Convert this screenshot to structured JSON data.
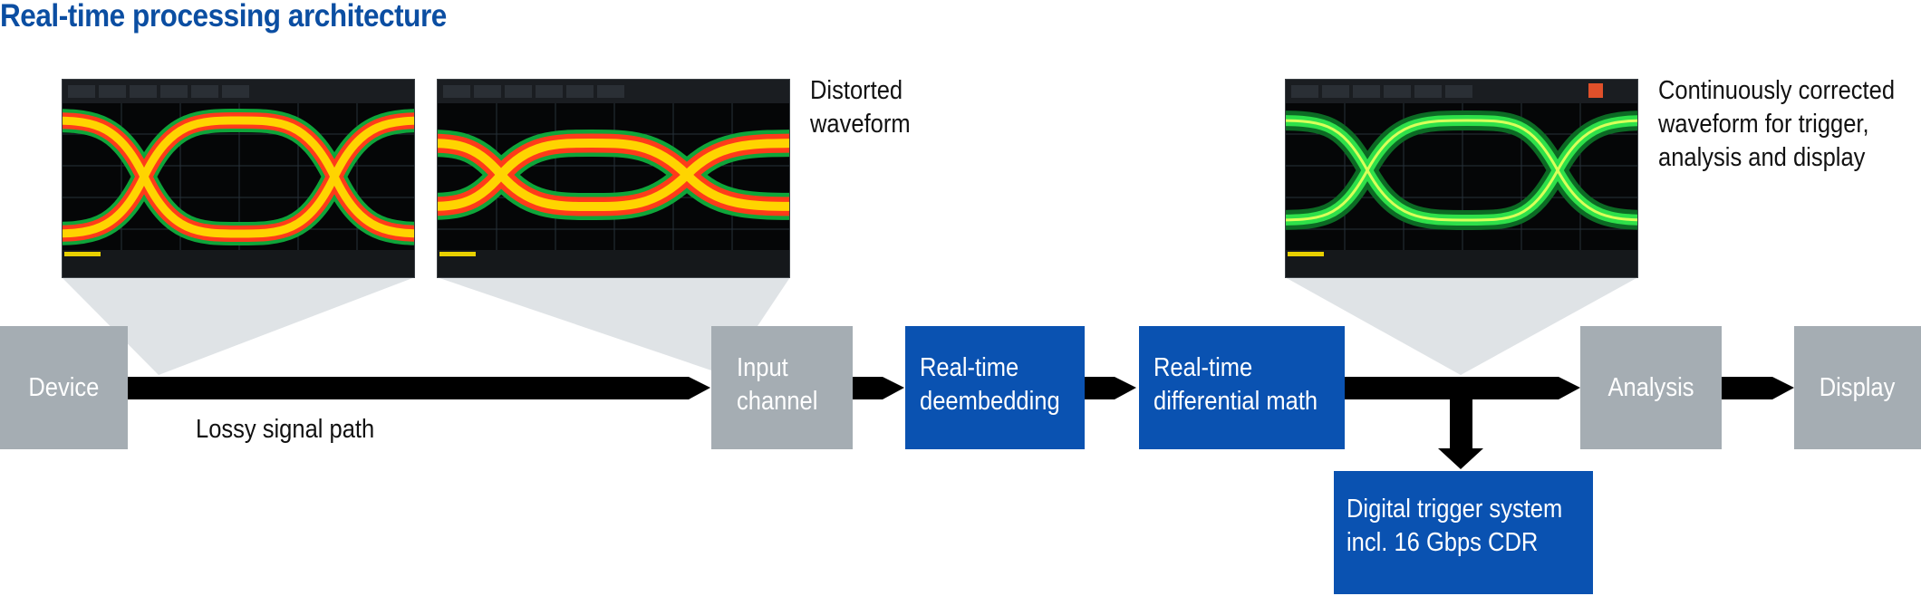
{
  "title": "Real-time processing architecture",
  "labels": {
    "distorted": [
      "Distorted",
      "waveform"
    ],
    "corrected": [
      "Continuously corrected",
      "waveform for trigger,",
      "analysis and display"
    ],
    "lossy": "Lossy signal path"
  },
  "blocks": {
    "device": "Device",
    "input_channel": [
      "Input",
      "channel"
    ],
    "deembedding": [
      "Real-time",
      "deembedding"
    ],
    "diff_math": [
      "Real-time",
      "differential math"
    ],
    "trigger": [
      "Digital trigger system",
      "incl. 16 Gbps CDR"
    ],
    "analysis": "Analysis",
    "display": "Display"
  },
  "colors": {
    "title": "#0b4ea2",
    "grey_block": "#a5adb3",
    "blue_block": "#0a52b1",
    "arrow": "#000000",
    "callout": "#dfe3e6",
    "eye_hot": "#ffd400",
    "eye_edge": "#0fa53a",
    "eye_green": "#2ee04a"
  }
}
